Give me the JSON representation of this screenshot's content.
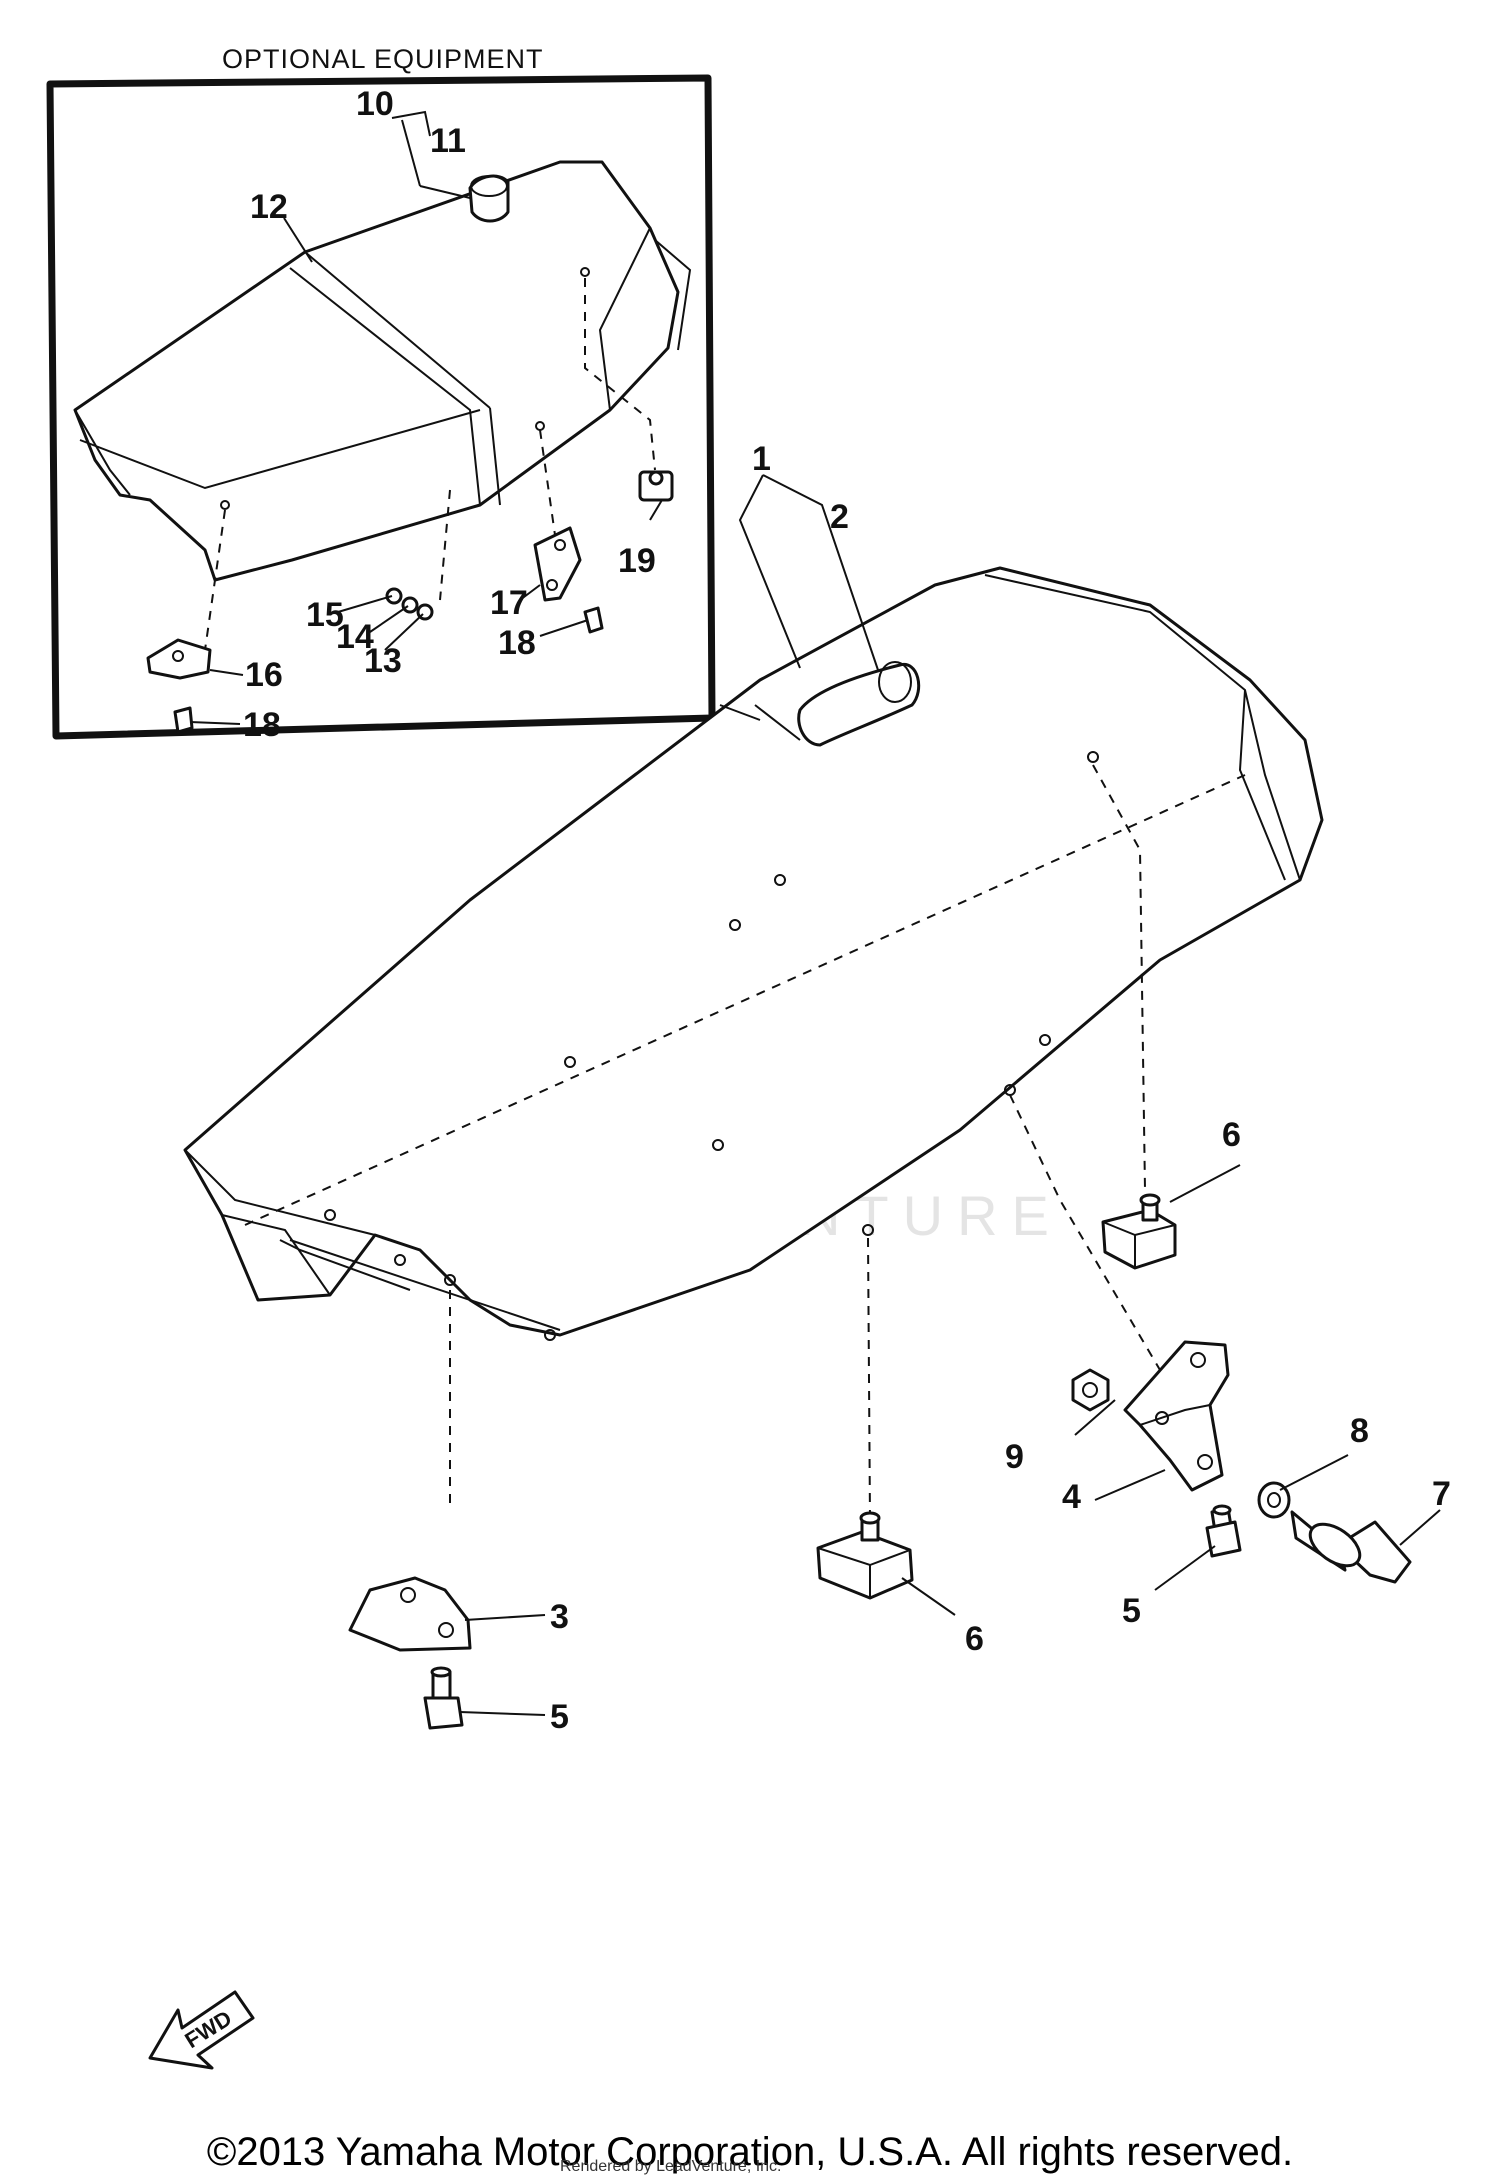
{
  "inset": {
    "title": "OPTIONAL EQUIPMENT",
    "callouts": [
      "10",
      "11",
      "12",
      "19",
      "17",
      "18",
      "15",
      "14",
      "13",
      "16",
      "18"
    ]
  },
  "main": {
    "callouts": [
      "1",
      "2",
      "6",
      "9",
      "4",
      "8",
      "7",
      "5",
      "3",
      "6",
      "5"
    ]
  },
  "fwd_label": "FWD",
  "watermark": "LEADVENTURE",
  "footer": {
    "copyright": "©2013 Yamaha Motor Corporation, U.S.A. All rights reserved.",
    "rendered_by": "Rendered by LeadVenture, Inc."
  }
}
